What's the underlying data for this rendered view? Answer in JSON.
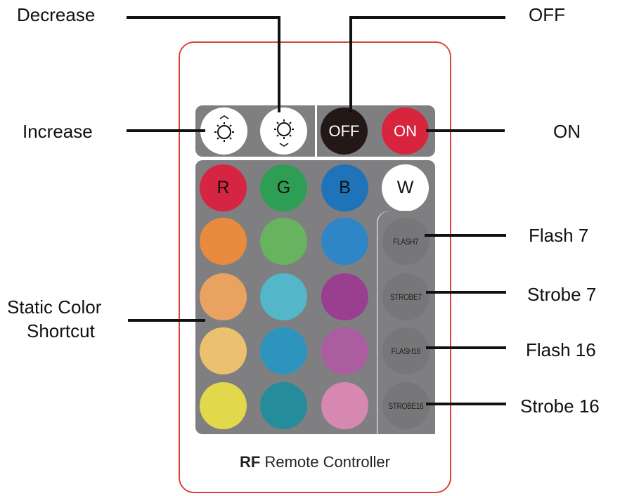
{
  "remote": {
    "caption_brand": "RF",
    "caption_rest": "Remote Controller",
    "buttons": {
      "increase": {
        "icon": "brightness-increase-icon",
        "bg": "#ffffff"
      },
      "decrease": {
        "icon": "brightness-decrease-icon",
        "bg": "#ffffff"
      },
      "off": {
        "label": "OFF",
        "bg": "#231815",
        "color": "#ffffff"
      },
      "on": {
        "label": "ON",
        "bg": "#d8253d",
        "color": "#ffffff"
      },
      "r": {
        "label": "R",
        "bg": "#d52543",
        "color": "#111111"
      },
      "g": {
        "label": "G",
        "bg": "#2e9e54",
        "color": "#111111"
      },
      "b": {
        "label": "B",
        "bg": "#1f73b8",
        "color": "#111111"
      },
      "w": {
        "label": "W",
        "bg": "#ffffff",
        "color": "#111111"
      },
      "flash7": {
        "label": "FLASH7",
        "bg": "#777779"
      },
      "strobe7": {
        "label": "STROBE7",
        "bg": "#777779"
      },
      "flash16": {
        "label": "FLASH16",
        "bg": "#777779"
      },
      "strobe16": {
        "label": "STROBE16",
        "bg": "#777779"
      }
    },
    "static_colors": [
      [
        "#e88b3f",
        "#67b35f",
        "#2f86c6"
      ],
      [
        "#e9a25f",
        "#53b7c9",
        "#9a3e8f"
      ],
      [
        "#ebc06f",
        "#2d95bd",
        "#ab5d9f"
      ],
      [
        "#e2d84c",
        "#248c9a",
        "#d688b0"
      ]
    ]
  },
  "callouts": {
    "decrease": "Decrease",
    "increase": "Increase",
    "off": "OFF",
    "on": "ON",
    "flash7": "Flash 7",
    "strobe7": "Strobe 7",
    "flash16": "Flash 16",
    "strobe16": "Strobe 16",
    "static_line1": "Static Color",
    "static_line2": "Shortcut"
  }
}
